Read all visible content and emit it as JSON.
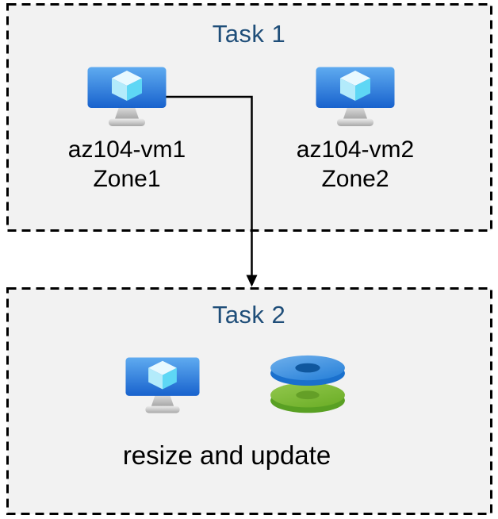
{
  "task1": {
    "title": "Task 1",
    "vm1": {
      "name": "az104-vm1",
      "zone": "Zone1"
    },
    "vm2": {
      "name": "az104-vm2",
      "zone": "Zone2"
    }
  },
  "task2": {
    "title": "Task 2",
    "caption": "resize and update"
  },
  "icons": {
    "vm": "azure-virtual-machine-icon",
    "disks": "azure-disks-icon",
    "connector": "elbow-arrow-down"
  },
  "colors": {
    "title_text": "#1F4E79",
    "label_text": "#000000",
    "box_fill": "#F2F2F2",
    "box_border": "#000000",
    "arrow": "#000000",
    "vm_screen_top": "#5FABF0",
    "vm_screen_bottom": "#1862CD",
    "vm_cube_top": "#E8F9FF",
    "vm_cube_left": "#B3EBFB",
    "vm_cube_right": "#5ED7F5",
    "disk_blue_face": "#2D84DA",
    "disk_blue_rim": "#1A70CD",
    "disk_blue_hole": "#0F579E",
    "disk_green_face": "#6FB02A",
    "disk_green_rim": "#59A023",
    "disk_green_hole": "#649F27"
  }
}
